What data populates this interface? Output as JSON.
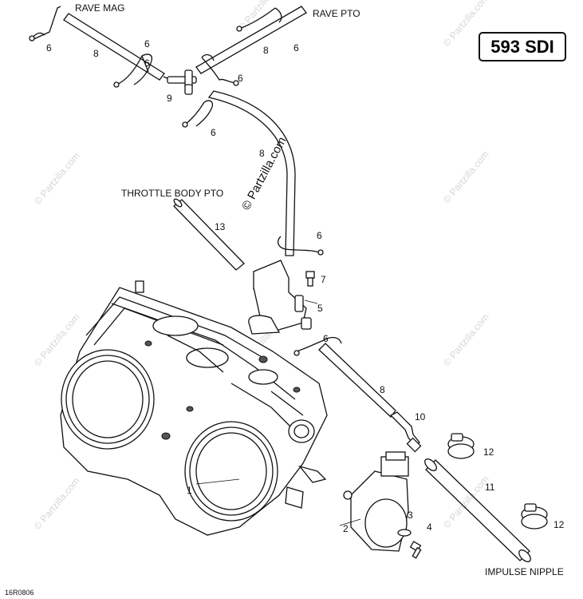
{
  "diagram": {
    "badge": "593 SDI",
    "drawing_code": "16R0806",
    "labels": {
      "rave_mag": "RAVE MAG",
      "rave_pto": "RAVE PTO",
      "throttle_body_pto": "THROTTLE BODY PTO",
      "impulse_nipple": "IMPULSE NIPPLE"
    },
    "watermark_main": "© Partzilla.com",
    "watermark_faint": "© Partzilla.com",
    "callouts": {
      "c6a": "6",
      "c8a": "8",
      "c6b": "6",
      "c8b": "8",
      "c6c": "6",
      "c6d": "6",
      "c6e": "6",
      "c9": "9",
      "c6f": "6",
      "c8c": "8",
      "c13": "13",
      "c6g": "6",
      "c7": "7",
      "c5": "5",
      "c6h": "6",
      "c8d": "8",
      "c10": "10",
      "c12a": "12",
      "c11": "11",
      "c3": "3",
      "c4": "4",
      "c12b": "12",
      "c1": "1",
      "c2": "2"
    }
  }
}
